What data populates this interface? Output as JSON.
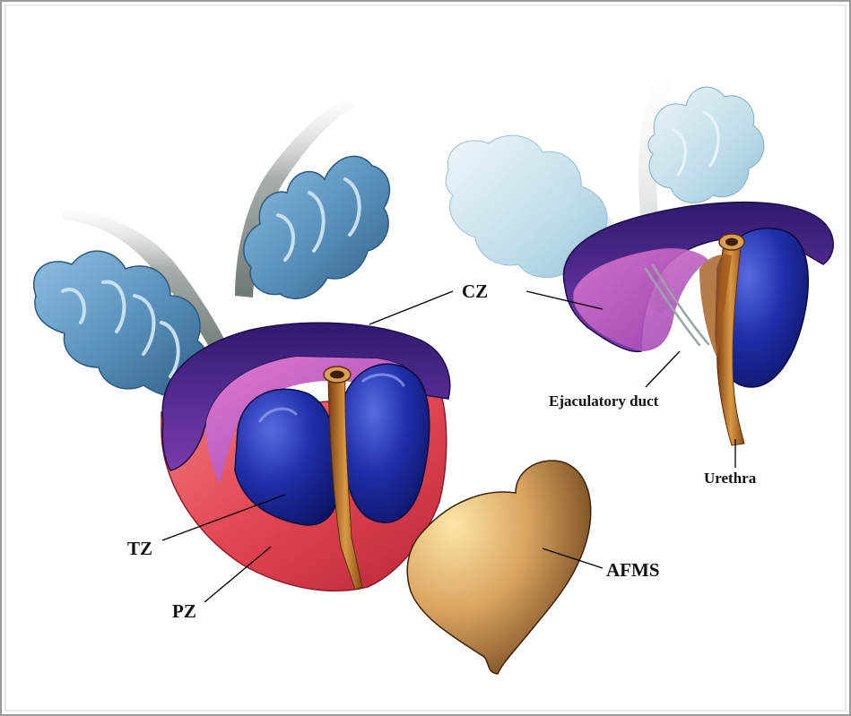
{
  "labels": {
    "cz": "CZ",
    "tz": "TZ",
    "pz": "PZ",
    "afms": "AFMS",
    "ejaculatory_duct": "Ejaculatory duct",
    "urethra": "Urethra"
  },
  "colors": {
    "seminal_vesicle": "#5c93bd",
    "vas_deferens": "#8a9390",
    "central_zone": "#4a2b8a",
    "central_zone_inner": "#c65bb8",
    "transition_zone": "#1c2a9c",
    "peripheral_zone": "#e8535c",
    "urethra": "#b06a22",
    "afms": "#c8924a"
  }
}
